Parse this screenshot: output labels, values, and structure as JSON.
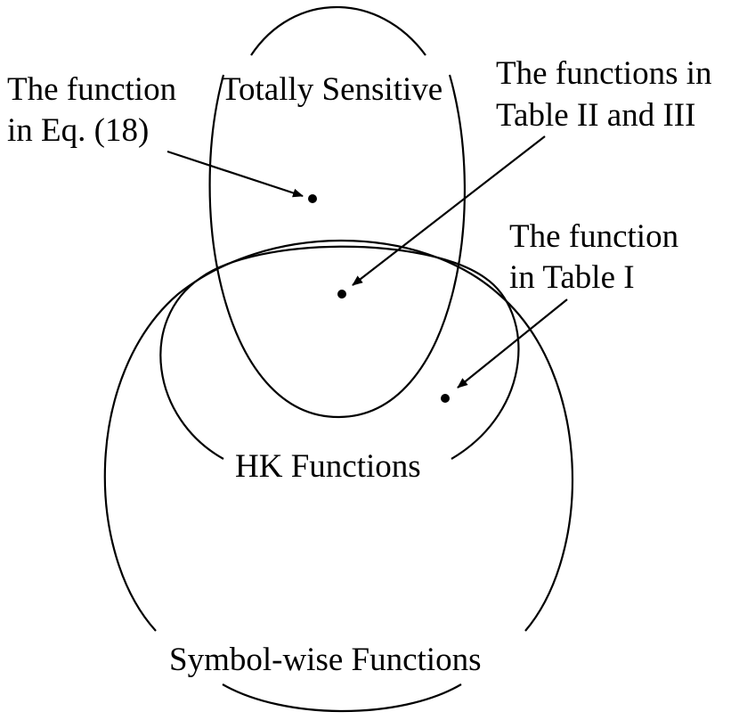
{
  "diagram": {
    "sets": {
      "totally_sensitive": "Totally Sensitive",
      "hk_functions": "HK Functions",
      "symbol_wise": "Symbol-wise Functions"
    },
    "annotations": {
      "eq18": {
        "line1": "The function",
        "line2": "in Eq. (18)"
      },
      "tables_2_3": {
        "line1": "The functions in",
        "line2": "Table II and III"
      },
      "table_1": {
        "line1": "The function",
        "line2": "in Table I"
      }
    },
    "colors": {
      "ink": "#000000",
      "background": "#ffffff"
    }
  }
}
